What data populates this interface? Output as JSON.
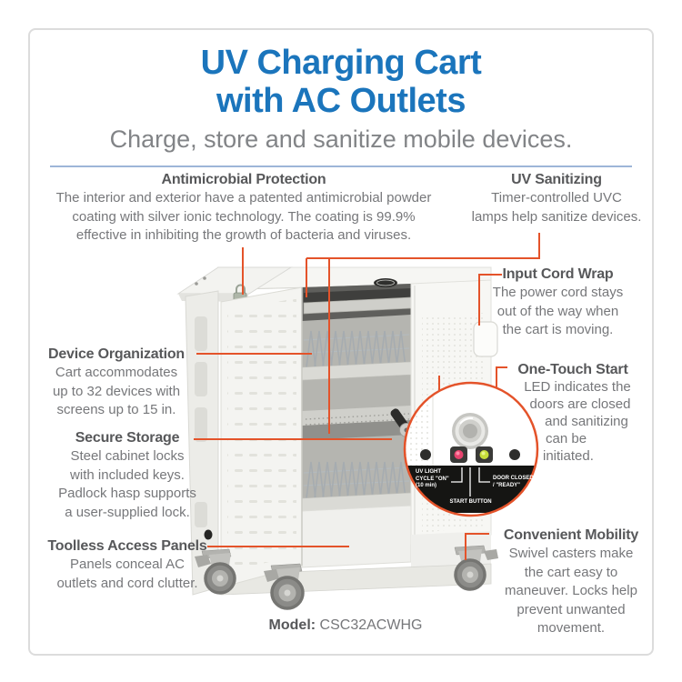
{
  "header": {
    "title_line1": "UV Charging Cart",
    "title_line2": "with AC Outlets",
    "subtitle": "Charge, store and sanitize mobile devices."
  },
  "callouts": {
    "antimicrobial": {
      "heading": "Antimicrobial Protection",
      "lines": [
        "The interior and exterior have a patented antimicrobial powder",
        "coating with silver ionic technology. The coating is 99.9%",
        "effective in inhibiting the growth of bacteria and viruses."
      ]
    },
    "uv_sanitizing": {
      "heading": "UV Sanitizing",
      "lines": [
        "Timer-controlled UVC",
        "lamps help sanitize devices."
      ]
    },
    "input_cord_wrap": {
      "heading": "Input Cord Wrap",
      "lines": [
        "The power cord stays",
        "out of the way when",
        "the cart is moving."
      ]
    },
    "one_touch_start": {
      "heading": "One-Touch Start",
      "lines": [
        "LED indicates the",
        "doors are closed",
        "and sanitizing",
        "can be",
        "initiated."
      ]
    },
    "device_organization": {
      "heading": "Device Organization",
      "lines": [
        "Cart accommodates",
        "up to 32 devices with",
        "screens up to 15 in."
      ]
    },
    "secure_storage": {
      "heading": "Secure Storage",
      "lines": [
        "Steel cabinet locks",
        "with included keys.",
        "Padlock hasp supports",
        "a user-supplied lock."
      ]
    },
    "toolless_access": {
      "heading": "Toolless Access Panels",
      "lines": [
        "Panels conceal AC",
        "outlets and cord clutter."
      ]
    },
    "convenient_mobility": {
      "heading": "Convenient Mobility",
      "lines": [
        "Swivel casters make",
        "the cart easy to",
        "maneuver. Locks help",
        "prevent unwanted",
        "movement."
      ]
    }
  },
  "inset_panel": {
    "uv_light_line1": "UV LIGHT",
    "uv_light_line2": "CYCLE \"ON\"",
    "uv_light_line3": "(10 min)",
    "start_button_label": "START BUTTON",
    "door_closed_line1": "DOOR CLOSED",
    "door_closed_line2": "/ \"READY\""
  },
  "model": {
    "label": "Model:",
    "value": "CSC32ACWHG"
  },
  "colors": {
    "title_blue": "#1b75bc",
    "divider_blue": "#9db5d8",
    "callout_orange": "#e4532a",
    "heading_gray": "#57585a",
    "body_gray": "#76777a",
    "led_red": "#e8436e",
    "led_green": "#c7dd3a"
  }
}
